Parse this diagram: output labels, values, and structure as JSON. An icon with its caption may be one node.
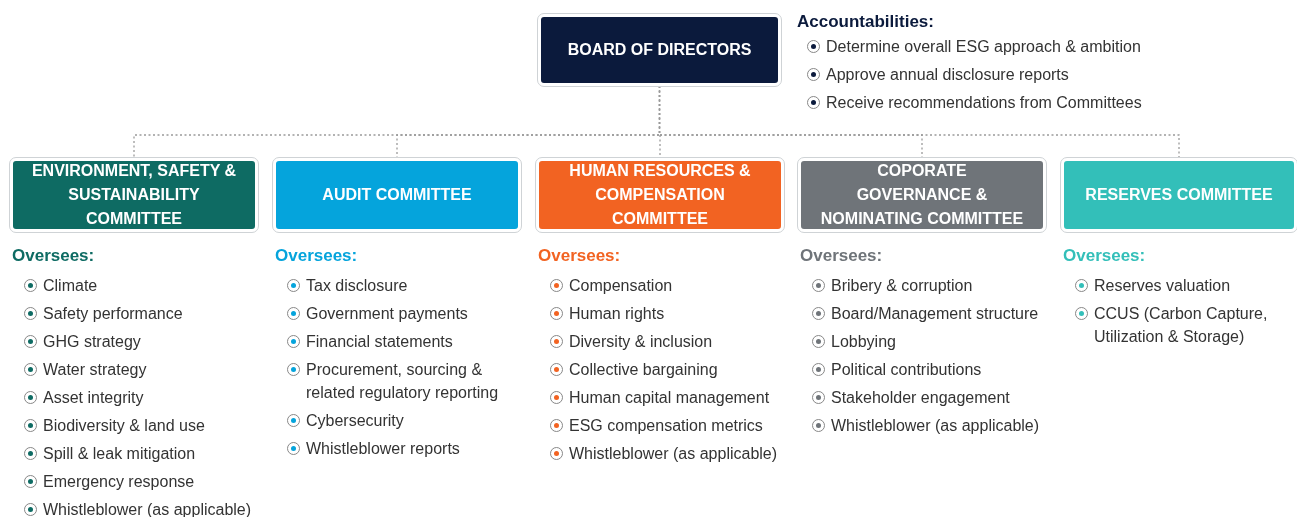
{
  "diagram": {
    "nodes": [
      {
        "text": [
          "BOARD OF DIRECTORS"
        ],
        "beside": [
          "Accountabilities:",
          "Determine overall ESG approach & ambition",
          "Approve annual disclosure reports",
          "Receive recommendations from Committees"
        ]
      },
      {
        "text": [
          "ENVIRONMENT, SAFETY & SUSTAINABILITY COMMITTEE"
        ],
        "beside": [
          "Oversees:",
          "Climate",
          "Safety performance",
          "GHG strategy",
          "Water strategy",
          "Asset integrity",
          "Biodiversity & land use",
          "Spill & leak mitigation",
          "Emergency response",
          "Whistleblower (as applicable)"
        ]
      },
      {
        "text": [
          "AUDIT COMMITTEE"
        ],
        "beside": [
          "Oversees:",
          "Tax disclosure",
          "Government payments",
          "Financial statements",
          "Procurement, sourcing & related regulatory reporting",
          "Cybersecurity",
          "Whistleblower reports"
        ]
      },
      {
        "text": [
          "HUMAN RESOURCES & COMPENSATION COMMITTEE"
        ],
        "beside": [
          "Oversees:",
          "Compensation",
          "Human rights",
          "Diversity & inclusion",
          "Collective bargaining",
          "Human capital management",
          "ESG compensation metrics",
          "Whistleblower (as applicable)"
        ]
      },
      {
        "text": [
          "COPORATE GOVERNANCE & NOMINATING COMMITTEE"
        ],
        "beside": [
          "Oversees:",
          "Bribery & corruption",
          "Board/Management structure",
          "Lobbying",
          "Political contributions",
          "Stakeholder engagement",
          "Whistleblower (as applicable)"
        ]
      },
      {
        "text": [
          "RESERVES COMMITTEE"
        ],
        "beside": [
          "Oversees:",
          "Reserves valuation",
          "CCUS (Carbon Capture, Utilization & Storage)"
        ]
      }
    ],
    "edges": [
      {
        "from": 0,
        "to": 1,
        "arrow": "none",
        "style": "dashed"
      },
      {
        "from": 0,
        "to": 2,
        "arrow": "none",
        "style": "dashed"
      },
      {
        "from": 0,
        "to": 3,
        "arrow": "none",
        "style": "dashed"
      },
      {
        "from": 0,
        "to": 4,
        "arrow": "none",
        "style": "dashed"
      },
      {
        "from": 0,
        "to": 5,
        "arrow": "none",
        "style": "dashed"
      }
    ]
  }
}
